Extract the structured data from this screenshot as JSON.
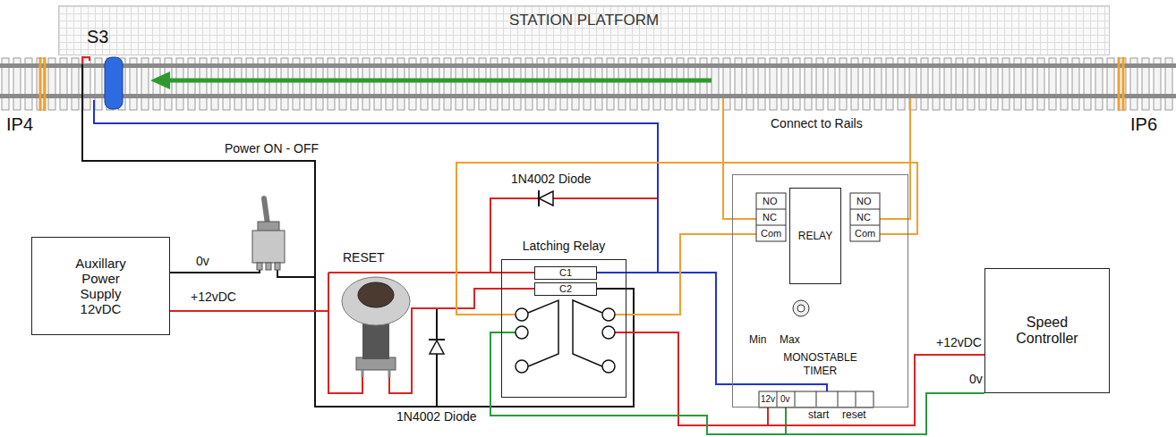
{
  "diagram": {
    "nodes": [
      {
        "text": [
          "STATION PLATFORM"
        ]
      },
      {
        "text": [
          "Auxillary Power Supply 12vDC"
        ]
      },
      {
        "text": [
          "Latching Relay"
        ]
      },
      {
        "text": [
          "C1"
        ],
        "in": 2
      },
      {
        "text": [
          "C2"
        ],
        "in": 2
      },
      {
        "text": [
          "MONOSTABLE TIMER"
        ]
      },
      {
        "text": [
          "RELAY"
        ],
        "in": 5
      },
      {
        "text": [
          "Speed Controller"
        ]
      }
    ],
    "edges": [
      {
        "from": 2,
        "to": 7,
        "arrow": "none"
      },
      {
        "from": 2,
        "to": 7,
        "arrow": "none"
      },
      {
        "from": 2,
        "to": 5,
        "arrow": "none"
      },
      {
        "from": 2,
        "to": 5,
        "arrow": "none"
      }
    ],
    "labels": [
      "S3",
      "IP4",
      "IP6",
      "Connect to Rails",
      "Power ON - OFF",
      "1N4002 Diode",
      "0v",
      "+12vDC",
      "RESET",
      "1N4002 Diode",
      "NO",
      "NC",
      "Com",
      "NO",
      "NC",
      "Com",
      "Min",
      "Max",
      "12v",
      "0v",
      "start",
      "reset",
      "+12vDC",
      "0v"
    ]
  }
}
